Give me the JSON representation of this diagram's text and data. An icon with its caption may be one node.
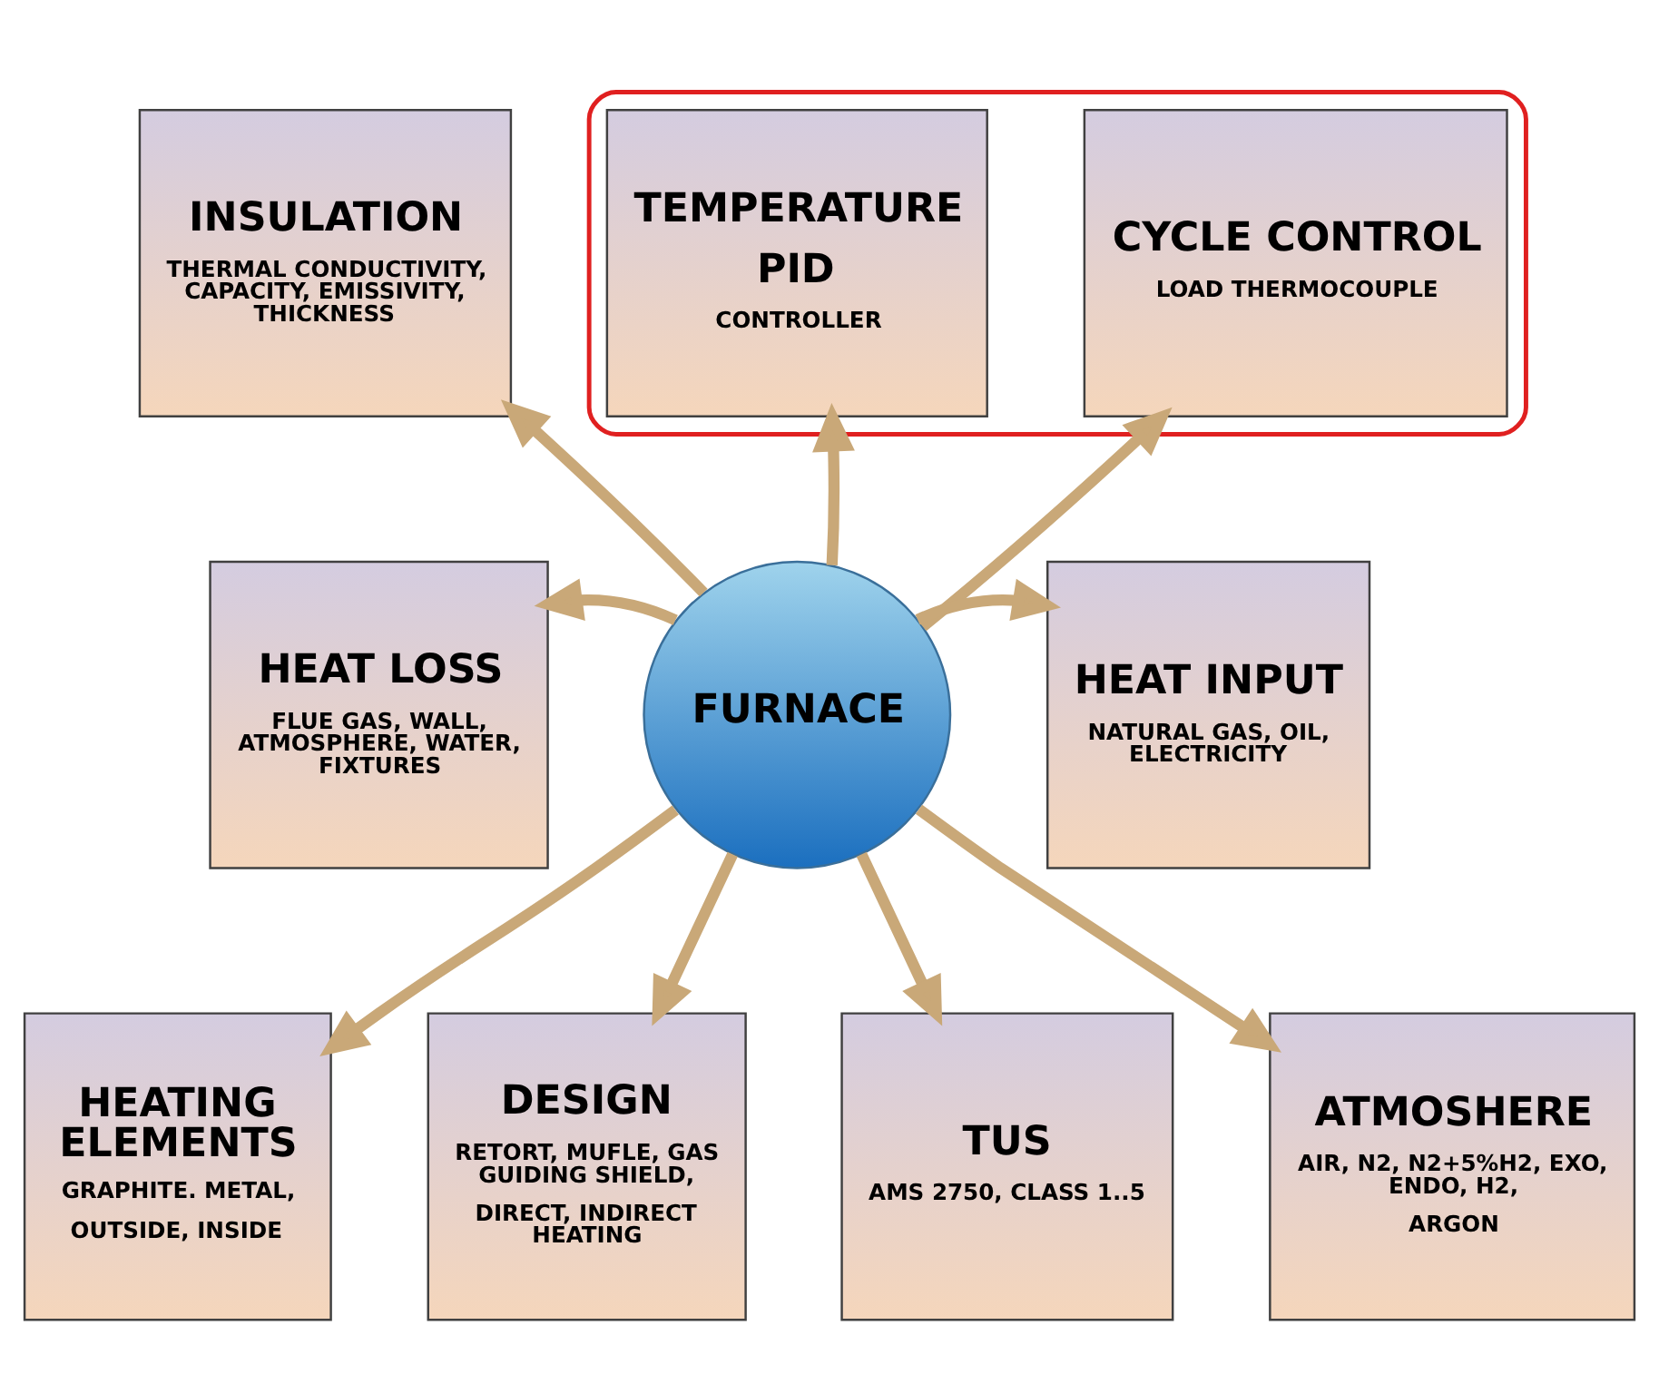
{
  "diagram": {
    "nodes": [
      {
        "text": [],
        "shape": "ellipse"
      },
      {
        "text": [
          "CYCLE CONTROL",
          "LOAD THERMOCOUPLE"
        ],
        "in": 0
      },
      {
        "text": [
          "TEMPERATURE",
          "PID",
          "CONTROLLER"
        ],
        "in": 0
      },
      {
        "text": [
          "INSULATION",
          "THERMAL CONDUCTIVITY, CAPACITY, EMISSIVITY, THICKNESS"
        ]
      },
      {
        "text": [
          "HEAT INPUT",
          "NATURAL GAS, OIL, ELECTRICITY"
        ]
      },
      {
        "text": [
          "HEAT LOSS",
          "FLUE GAS, WALL, ATMOSPHERE, WATER, FIXTURES"
        ]
      },
      {
        "text": [
          "FURNACE"
        ]
      },
      {
        "text": [
          "ATMOSHERE",
          "AIR, N2, N2+5%H2, EXO, ENDO, H2,",
          "ARGON"
        ]
      },
      {
        "text": [
          "HEATING ELEMENTS",
          "GRAPHITE. METAL,",
          "OUTSIDE, INSIDE"
        ]
      },
      {
        "text": [
          "DESIGN",
          "RETORT, MUFLE, GAS GUIDING SHIELD,",
          "DIRECT, INDIRECT HEATING"
        ]
      },
      {
        "text": [
          "TUS",
          "AMS 2750, CLASS 1..5"
        ]
      }
    ],
    "edges": [
      {
        "from": 6,
        "to": 3,
        "arrow": "to"
      },
      {
        "from": 6,
        "to": 1,
        "arrow": "to"
      },
      {
        "from": 6,
        "to": 2,
        "arrow": "to"
      },
      {
        "from": 6,
        "to": 4,
        "arrow": "to"
      },
      {
        "from": 6,
        "to": 5,
        "arrow": "to"
      },
      {
        "from": 6,
        "to": 7,
        "arrow": "to"
      },
      {
        "from": 6,
        "to": 8,
        "arrow": "to"
      },
      {
        "from": 6,
        "to": 9,
        "arrow": "to"
      },
      {
        "from": 6,
        "to": 10,
        "arrow": "to"
      }
    ]
  }
}
